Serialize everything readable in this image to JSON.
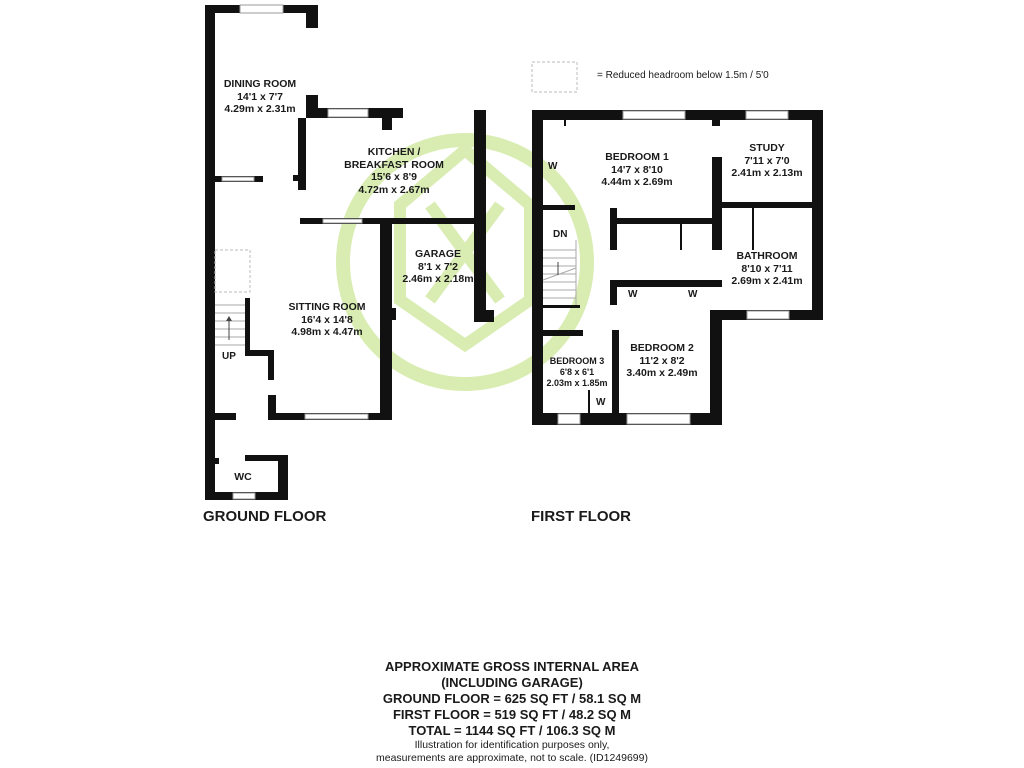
{
  "legend": {
    "text": "= Reduced headroom below 1.5m / 5'0"
  },
  "watermark": {
    "color": "#d9edb3",
    "icon": "green-circle-logo"
  },
  "ground_floor": {
    "title": "GROUND FLOOR",
    "rooms": [
      {
        "name": "DINING ROOM",
        "imperial": "14'1 x 7'7",
        "metric": "4.29m x 2.31m"
      },
      {
        "name": "KITCHEN /",
        "name2": "BREAKFAST ROOM",
        "imperial": "15'6 x 8'9",
        "metric": "4.72m x 2.67m"
      },
      {
        "name": "GARAGE",
        "imperial": "8'1 x 7'2",
        "metric": "2.46m x 2.18m"
      },
      {
        "name": "SITTING ROOM",
        "imperial": "16'4 x 14'8",
        "metric": "4.98m x 4.47m"
      },
      {
        "name": "WC"
      }
    ],
    "stairs_label": "UP"
  },
  "first_floor": {
    "title": "FIRST FLOOR",
    "rooms": [
      {
        "name": "BEDROOM 1",
        "imperial": "14'7 x 8'10",
        "metric": "4.44m x 2.69m"
      },
      {
        "name": "STUDY",
        "imperial": "7'11 x 7'0",
        "metric": "2.41m x 2.13m"
      },
      {
        "name": "BATHROOM",
        "imperial": "8'10 x 7'11",
        "metric": "2.69m x 2.41m"
      },
      {
        "name": "BEDROOM 2",
        "imperial": "11'2 x 8'2",
        "metric": "3.40m x 2.49m"
      },
      {
        "name": "BEDROOM 3",
        "imperial": "6'8 x 6'1",
        "metric": "2.03m x 1.85m"
      }
    ],
    "stairs_label": "DN",
    "wardrobe_label": "W"
  },
  "area": {
    "heading": "APPROXIMATE GROSS INTERNAL AREA",
    "subheading": "(INCLUDING GARAGE)",
    "ground": "GROUND FLOOR = 625 SQ FT / 58.1 SQ M",
    "first": "FIRST FLOOR = 519 SQ FT / 48.2 SQ M",
    "total": "TOTAL = 1144 SQ FT / 106.3 SQ M",
    "note1": "Illustration for identification purposes only,",
    "note2": "measurements are approximate, not to scale. (ID1249699)"
  }
}
